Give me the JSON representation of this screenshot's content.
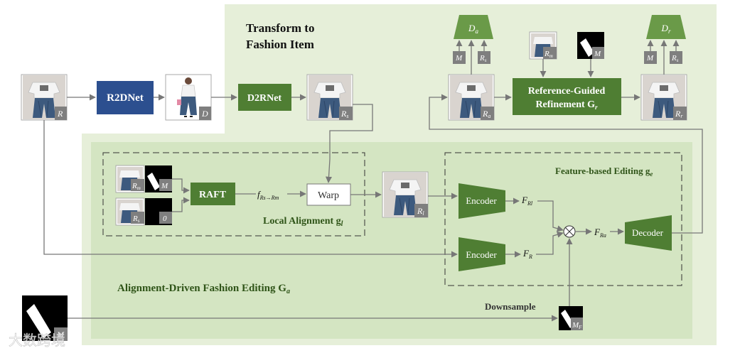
{
  "titles": {
    "transform_line1": "Transform to",
    "transform_line2": "Fashion Item",
    "alignment_editing": "Alignment-Driven Fashion Editing G",
    "alignment_editing_sub": "a",
    "local_alignment": "Local Alignment g",
    "local_alignment_sub": "l",
    "feature_editing": "Feature-based Editing g",
    "feature_editing_sub": "e",
    "downsample": "Downsample"
  },
  "blocks": {
    "r2dnet": "R2DNet",
    "d2rnet": "D2RNet",
    "raft": "RAFT",
    "warp": "Warp",
    "refinement_line1": "Reference-Guided",
    "refinement_line2": "Refinement G",
    "refinement_sub": "r",
    "encoder_top": "Encoder",
    "encoder_bottom": "Encoder",
    "decoder": "Decoder",
    "disc_a": "D",
    "disc_a_sub": "a",
    "disc_r": "D",
    "disc_r_sub": "r"
  },
  "labels": {
    "R": "R",
    "D": "D",
    "Rs": "R",
    "Rs_sub": "s",
    "Rm": "R",
    "Rm_sub": "m",
    "M": "M",
    "zero": "0",
    "Rl": "R",
    "Rl_sub": "l",
    "Ra": "R",
    "Ra_sub": "a",
    "Rr": "R",
    "Rr_sub": "r",
    "MF": "M",
    "MF_sub": "F",
    "flow": "f",
    "flow_sub": "Rs→Rm",
    "FRl": "F",
    "FRl_sub": "Rl",
    "FR": "F",
    "FR_sub": "R",
    "FRa": "F",
    "FRa_sub": "Ra",
    "otimes": "⊗"
  },
  "colors": {
    "bg_light_green": "#e6efd9",
    "bg_mid_green": "#d4e5c2",
    "block_green": "#4f7e33",
    "block_blue": "#2c4f8f",
    "disc_green": "#6a9a48",
    "arrow": "#777777",
    "label_box": "#7f7f7f"
  },
  "watermark": "大数跨境"
}
